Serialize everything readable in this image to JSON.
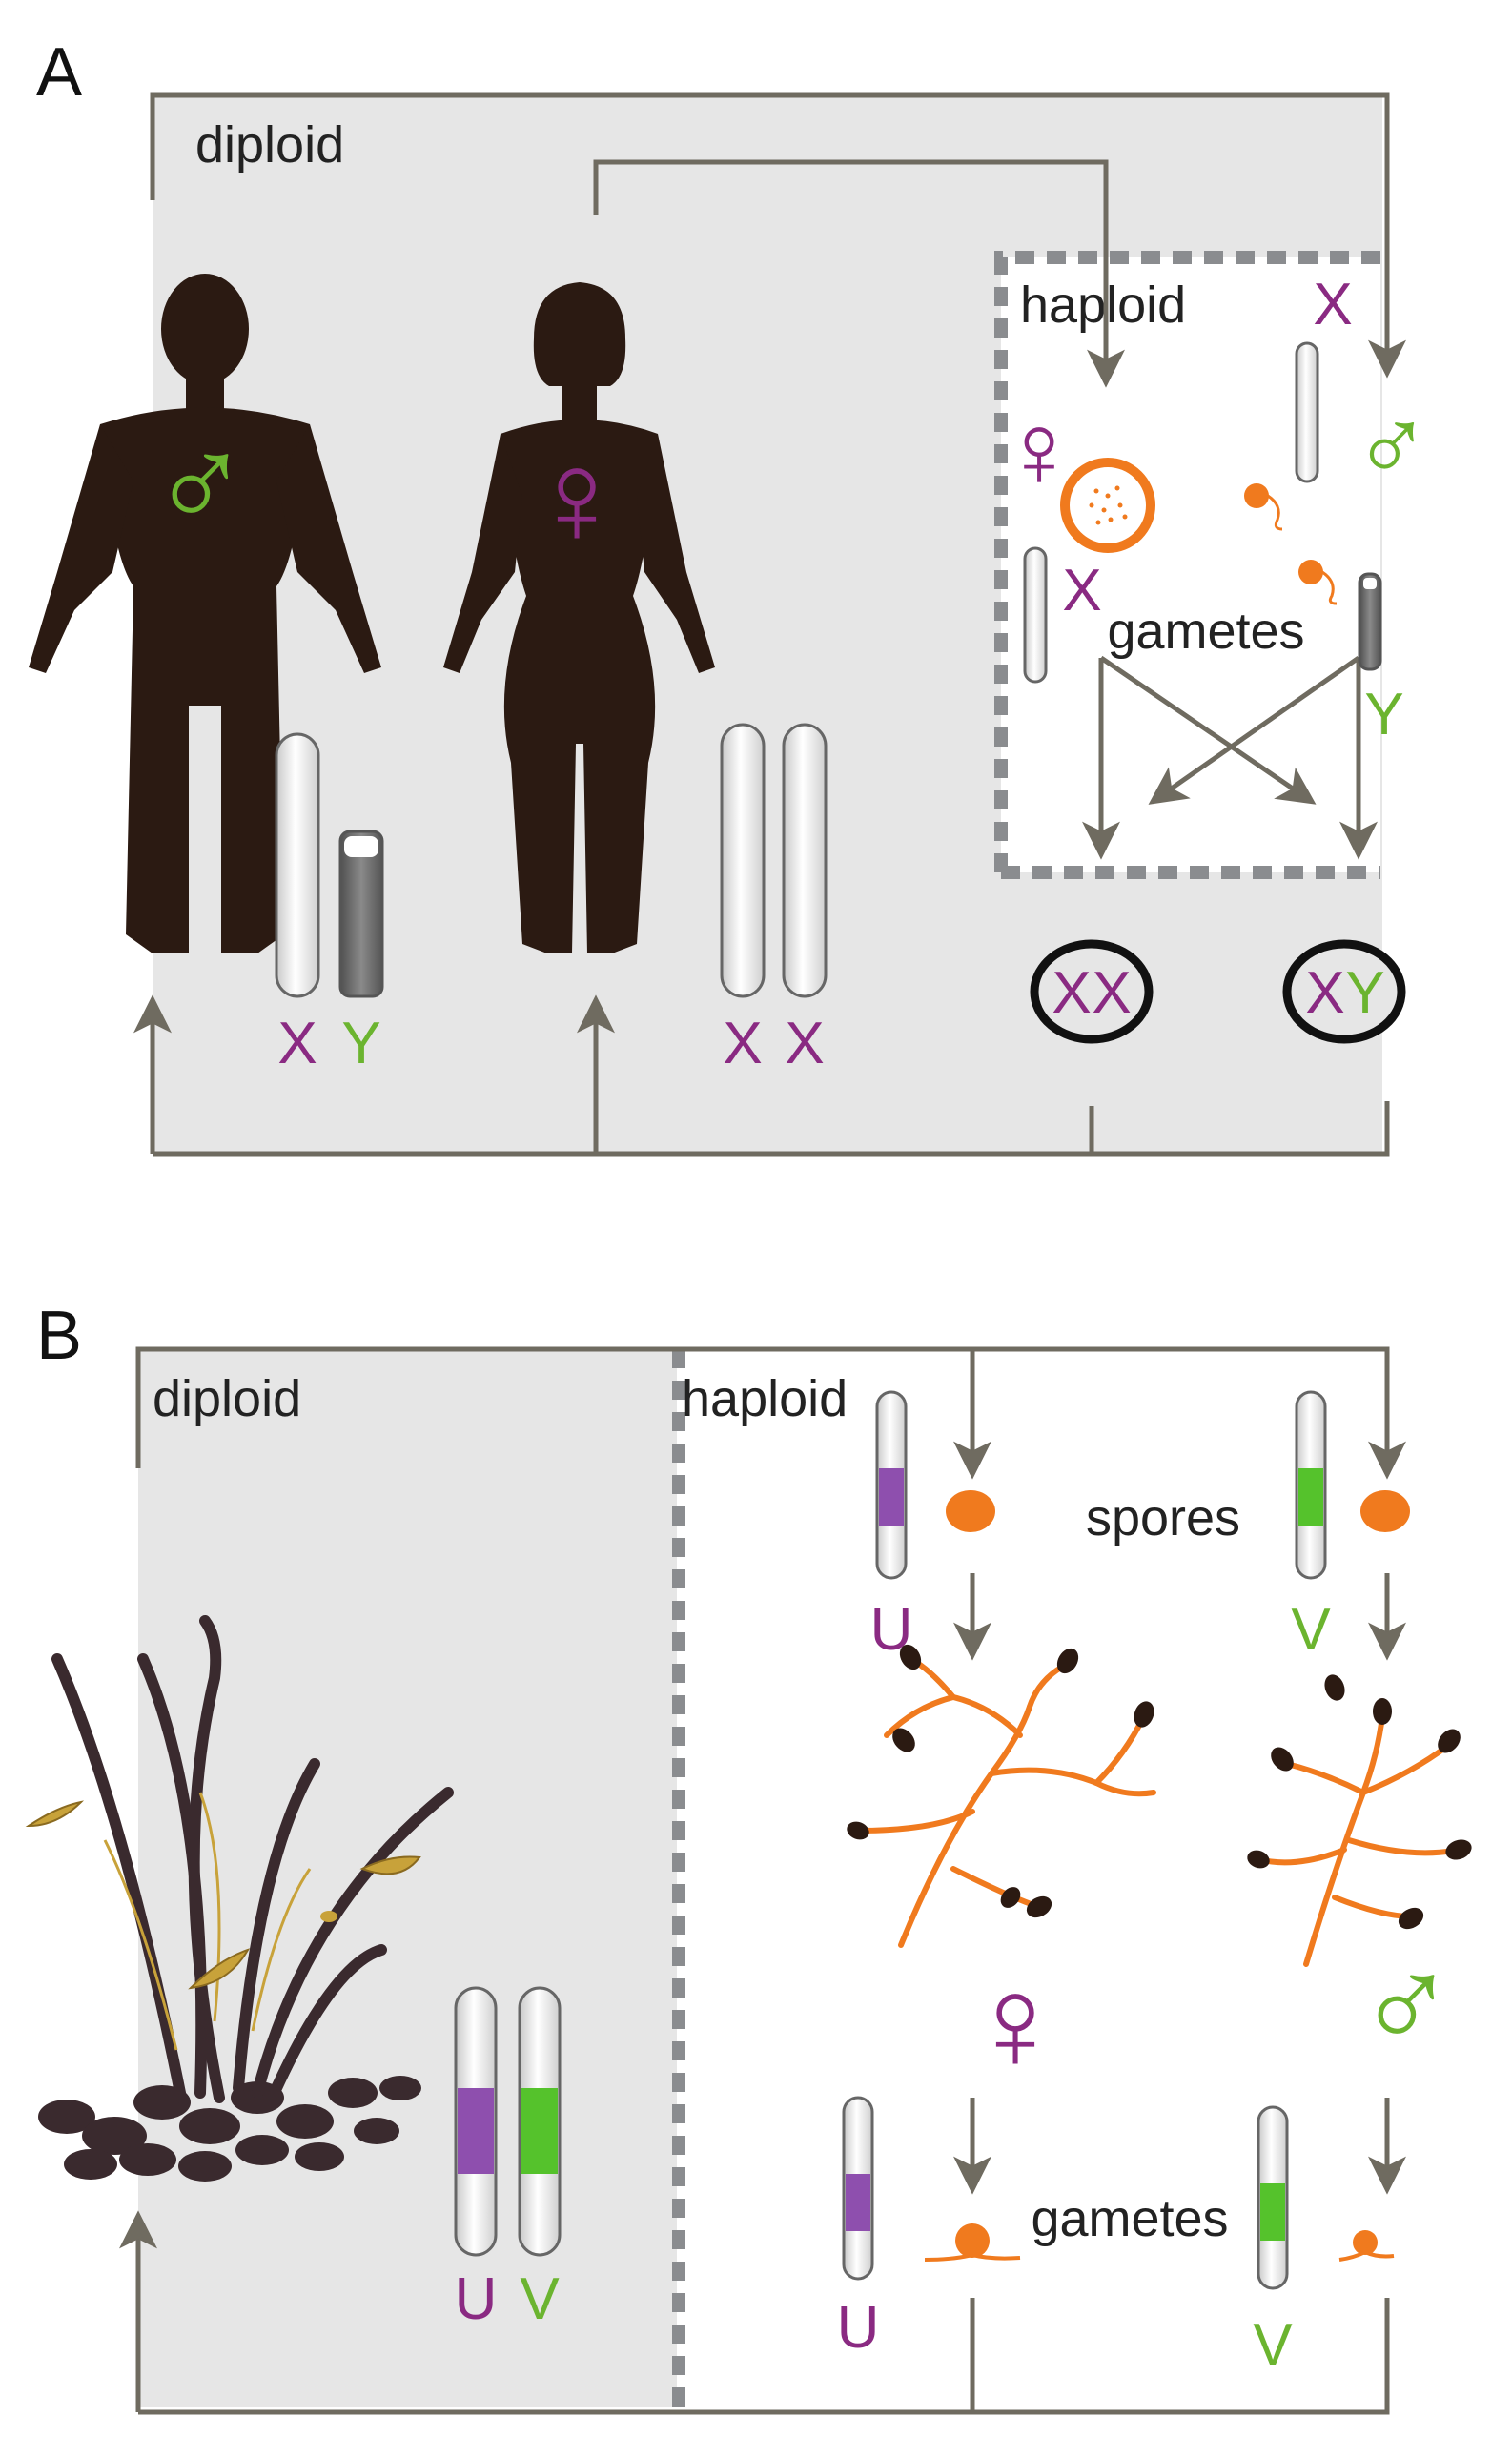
{
  "panel_a": {
    "letter": "A",
    "diploid_label": "diploid",
    "haploid_label": "haploid",
    "gametes_label": "gametes",
    "male_symbol": "♂",
    "female_symbol": "♀",
    "male_chromosomes": [
      "X",
      "Y"
    ],
    "female_chromosomes": [
      "X",
      "X"
    ],
    "egg_chromosome": "X",
    "sperm_x_chromosome": "X",
    "sperm_y_chromosome": "Y",
    "zygote_female": [
      "X",
      "X"
    ],
    "zygote_male": [
      "X",
      "Y"
    ]
  },
  "panel_b": {
    "letter": "B",
    "diploid_label": "diploid",
    "haploid_label": "haploid",
    "spores_label": "spores",
    "gametes_label": "gametes",
    "female_symbol": "♀",
    "male_symbol": "♂",
    "diploid_chromosomes": [
      "U",
      "V"
    ],
    "spore_female_chromosome": "U",
    "spore_male_chromosome": "V",
    "gamete_female_chromosome": "U",
    "gamete_male_chromosome": "V"
  },
  "colors": {
    "purple": "#8a2a82",
    "green": "#6bb42f",
    "orange": "#f07a1e",
    "brown": "#2b1a12",
    "arrow": "#6f6b60",
    "shade": "#e6e6e6",
    "dash": "#8a8c8f",
    "u_band": "#8e4fae",
    "v_band": "#55c22c"
  }
}
